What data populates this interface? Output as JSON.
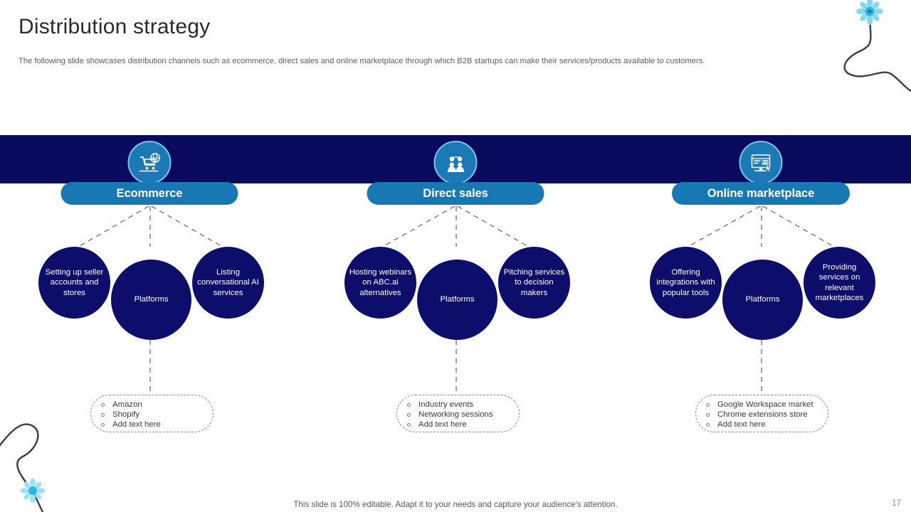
{
  "slide": {
    "title": "Distribution strategy",
    "subtitle": "The following slide showcases distribution channels such as ecommerce, direct sales and online marketplace through which B2B startups can make their services/products available to customers.",
    "footer_note": "This slide is 100% editable. Adapt it to your needs and capture your audience's attention.",
    "page_number": "17"
  },
  "colors": {
    "band_navy": "#0a0a5e",
    "pill_blue": "#1878b4",
    "icon_blue": "#1b7ab5",
    "icon_ring": "#7fc4e8",
    "node_navy": "#0d0d6b",
    "accent_cyan": "#29b6e0",
    "connector_gray": "#6f6f6f"
  },
  "columns": [
    {
      "id": "ecommerce",
      "title": "Ecommerce",
      "icon": "shopping-cart-globe-icon",
      "nodes": {
        "left": "Setting up seller accounts and stores",
        "center": "Platforms",
        "right": "Listing conversational AI  services"
      },
      "list": [
        "Amazon",
        "Shopify",
        "Add text here"
      ]
    },
    {
      "id": "direct-sales",
      "title": "Direct sales",
      "icon": "two-people-exchange-icon",
      "nodes": {
        "left": "Hosting webinars on ABC.ai alternatives",
        "center": "Platforms",
        "right": "Pitching services to decision makers"
      },
      "list": [
        "Industry events",
        "Networking sessions",
        "Add text here"
      ]
    },
    {
      "id": "online-marketplace",
      "title": "Online marketplace",
      "icon": "monitor-buy-cursor-icon",
      "nodes": {
        "left": "Offering integrations with popular tools",
        "center": "Platforms",
        "right": "Providing services on relevant marketplaces"
      },
      "list": [
        "Google Workspace market",
        "Chrome extensions store",
        "Add text here"
      ]
    }
  ]
}
